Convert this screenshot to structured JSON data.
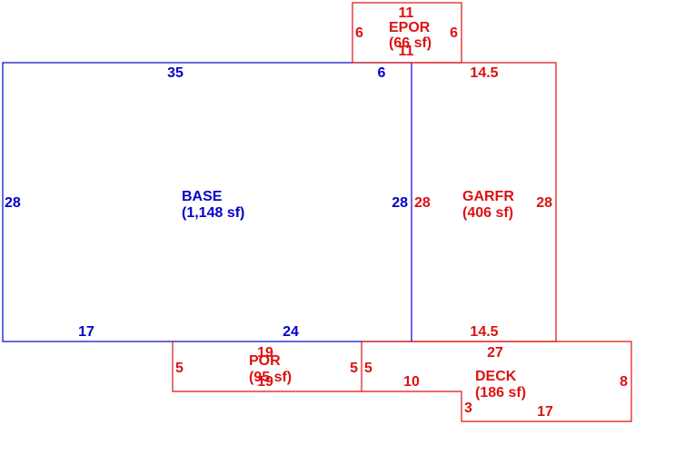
{
  "colors": {
    "base": "#0000cc",
    "addition": "#dd1111",
    "background": "#ffffff"
  },
  "areas": {
    "base": {
      "name": "BASE",
      "area": "(1,148 sf)",
      "dims": {
        "top_left": "35",
        "top_right": "6",
        "left": "28",
        "right": "28",
        "bottom_left": "17",
        "bottom_right": "24"
      }
    },
    "epor": {
      "name": "EPOR",
      "area": "(66 sf)",
      "dims": {
        "top": "11",
        "bottom": "11",
        "left": "6",
        "right": "6"
      }
    },
    "garfr": {
      "name": "GARFR",
      "area": "(406 sf)",
      "dims": {
        "top": "14.5",
        "bottom": "14.5",
        "left": "28",
        "right": "28"
      }
    },
    "por": {
      "name": "POR",
      "area": "(95 sf)",
      "dims": {
        "top": "19",
        "bottom": "19",
        "left": "5",
        "right": "5"
      }
    },
    "deck": {
      "name": "DECK",
      "area": "(186 sf)",
      "dims": {
        "top": "27",
        "left": "5",
        "inner_bottom": "10",
        "step": "3",
        "bottom": "17",
        "right": "8"
      }
    }
  }
}
